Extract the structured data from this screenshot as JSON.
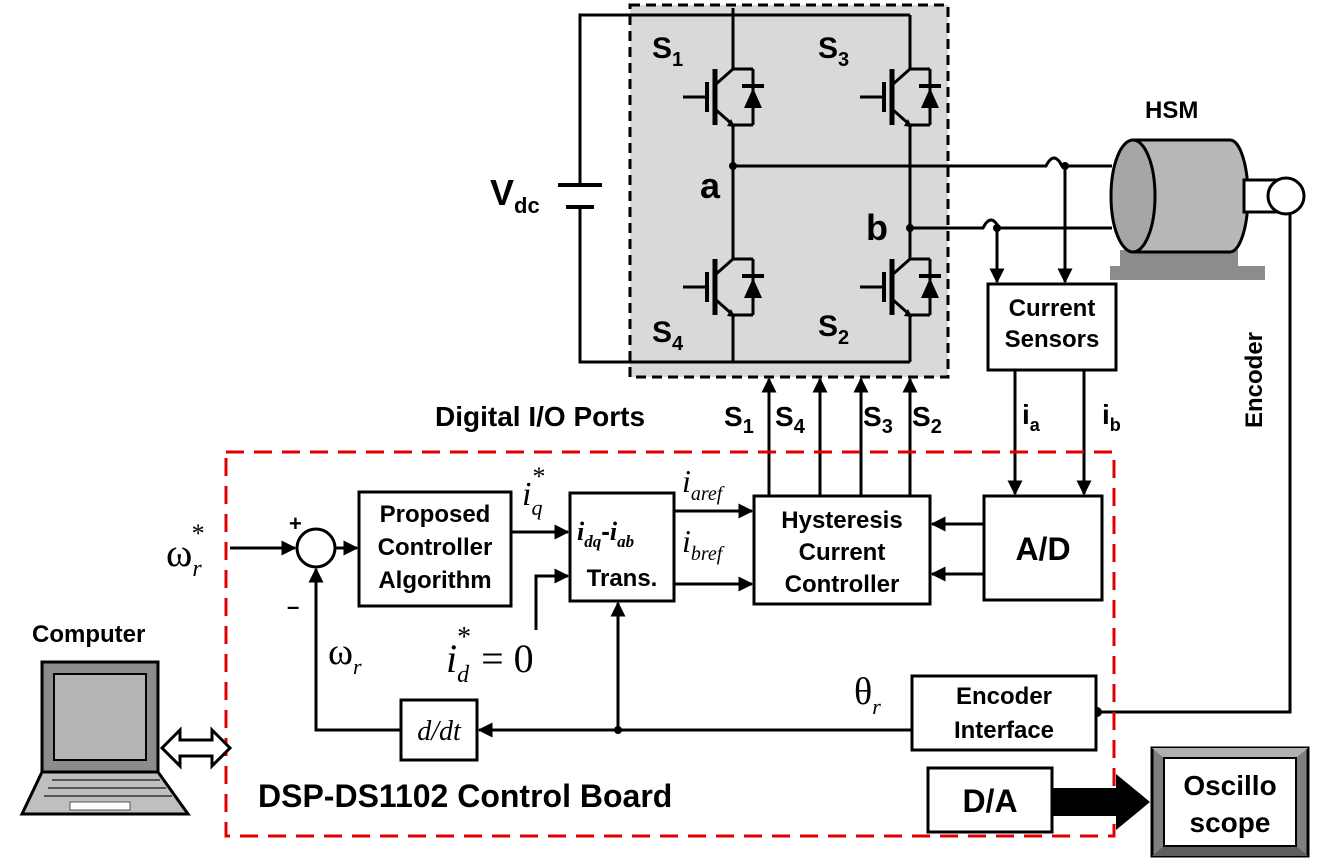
{
  "switches": {
    "s1": "S",
    "s1_sub": "1",
    "s2": "S",
    "s2_sub": "2",
    "s3": "S",
    "s3_sub": "3",
    "s4": "S",
    "s4_sub": "4"
  },
  "nodes": {
    "a": "a",
    "b": "b"
  },
  "source": {
    "main": "V",
    "sub": "dc"
  },
  "motor": {
    "label": "HSM"
  },
  "encoder": {
    "label": "Encoder"
  },
  "current_sensors": {
    "line1": "Current",
    "line2": "Sensors"
  },
  "currents": {
    "ia": "i",
    "ia_sub": "a",
    "ib": "i",
    "ib_sub": "b"
  },
  "ports": {
    "label": "Digital I/O Ports",
    "s1": "S",
    "s1_sub": "1",
    "s4": "S",
    "s4_sub": "4",
    "s3": "S",
    "s3_sub": "3",
    "s2": "S",
    "s2_sub": "2"
  },
  "controller": {
    "line1": "Proposed",
    "line2": "Controller",
    "line3": "Algorithm"
  },
  "transform": {
    "line1_a": "i",
    "line1_a_sub": "dq",
    "line1_dash": "-",
    "line1_b": "i",
    "line1_b_sub": "ab",
    "line2": "Trans."
  },
  "hysteresis": {
    "line1": "Hysteresis",
    "line2": "Current",
    "line3": "Controller"
  },
  "adc": {
    "label": "A/D"
  },
  "dac": {
    "label": "D/A"
  },
  "oscilloscope": {
    "line1": "Oscillo",
    "line2": "scope"
  },
  "encoder_interface": {
    "line1": "Encoder",
    "line2": "Interface"
  },
  "derivative": {
    "label": "d/dt"
  },
  "summer": {
    "plus": "+",
    "minus": "–"
  },
  "signals": {
    "omega_ref": "ω",
    "omega_ref_sub": "r",
    "omega_ref_sup": "*",
    "iq_ref": "i",
    "iq_ref_sub": "q",
    "iq_ref_sup": "*",
    "iaref": "i",
    "iaref_sub": "aref",
    "ibref": "i",
    "ibref_sub": "bref",
    "id_ref": "i",
    "id_ref_sub": "d",
    "id_ref_sup": "*",
    "id_ref_val": "= 0",
    "omega_r": "ω",
    "omega_r_sub": "r",
    "theta_r": "θ",
    "theta_r_sub": "r"
  },
  "computer": {
    "label": "Computer"
  },
  "board": {
    "label": "DSP-DS1102 Control Board"
  }
}
